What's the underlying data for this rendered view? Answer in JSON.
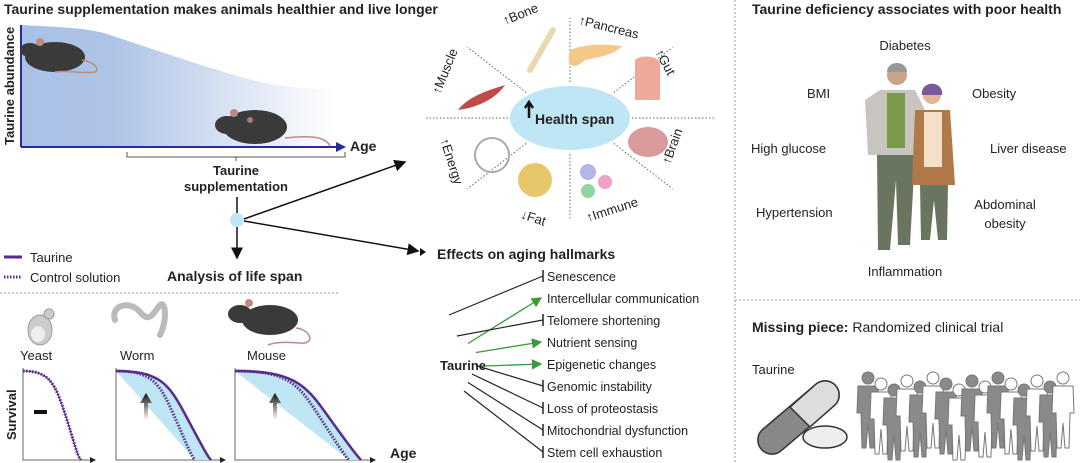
{
  "left_panel": {
    "title": "Taurine supplementation makes animals healthier and live longer",
    "y_axis_label": "Taurine abundance",
    "x_axis_label": "Age",
    "supplementation_label": [
      "Taurine",
      "supplementation"
    ],
    "legend": {
      "taurine": "Taurine",
      "control": "Control solution"
    },
    "lifespan_title": "Analysis of life span",
    "organisms": [
      "Yeast",
      "Worm",
      "Mouse"
    ],
    "survival_label": "Survival",
    "age_label": "Age"
  },
  "health_span": {
    "center_label": "Health span",
    "organs": [
      {
        "label": "Bone",
        "direction": "up"
      },
      {
        "label": "Pancreas",
        "direction": "up"
      },
      {
        "label": "Gut",
        "direction": "up"
      },
      {
        "label": "Brain",
        "direction": "up"
      },
      {
        "label": "Immune",
        "direction": "up"
      },
      {
        "label": "Fat",
        "direction": "down"
      },
      {
        "label": "Energy",
        "direction": "up"
      },
      {
        "label": "Muscle",
        "direction": "up"
      }
    ]
  },
  "hallmarks": {
    "title": "Effects on aging hallmarks",
    "source": "Taurine",
    "items": [
      {
        "label": "Senescence",
        "effect": "inhibit"
      },
      {
        "label": "Intercellular communication",
        "effect": "promote"
      },
      {
        "label": "Telomere shortening",
        "effect": "inhibit"
      },
      {
        "label": "Nutrient sensing",
        "effect": "promote"
      },
      {
        "label": "Epigenetic changes",
        "effect": "promote"
      },
      {
        "label": "Genomic instability",
        "effect": "inhibit"
      },
      {
        "label": "Loss of proteostasis",
        "effect": "inhibit"
      },
      {
        "label": "Mitochondrial dysfunction",
        "effect": "inhibit"
      },
      {
        "label": "Stem cell exhaustion",
        "effect": "inhibit"
      }
    ]
  },
  "right_panel": {
    "title": "Taurine deficiency associates with poor health",
    "conditions": {
      "diabetes": "Diabetes",
      "bmi": "BMI",
      "obesity": "Obesity",
      "high_glucose": "High glucose",
      "liver_disease": "Liver disease",
      "hypertension": "Hypertension",
      "abdominal_obesity": [
        "Abdominal",
        "obesity"
      ],
      "inflammation": "Inflammation"
    },
    "missing_piece_bold": "Missing piece:",
    "missing_piece_text": "Randomized clinical trial",
    "pill_label": "Taurine"
  },
  "colors": {
    "taurine_line": "#5b2a8c",
    "health_span_bubble": "#bfe6f5",
    "promote_arrow": "#3a9a3a",
    "axis_blue": "#2a2a9a"
  }
}
